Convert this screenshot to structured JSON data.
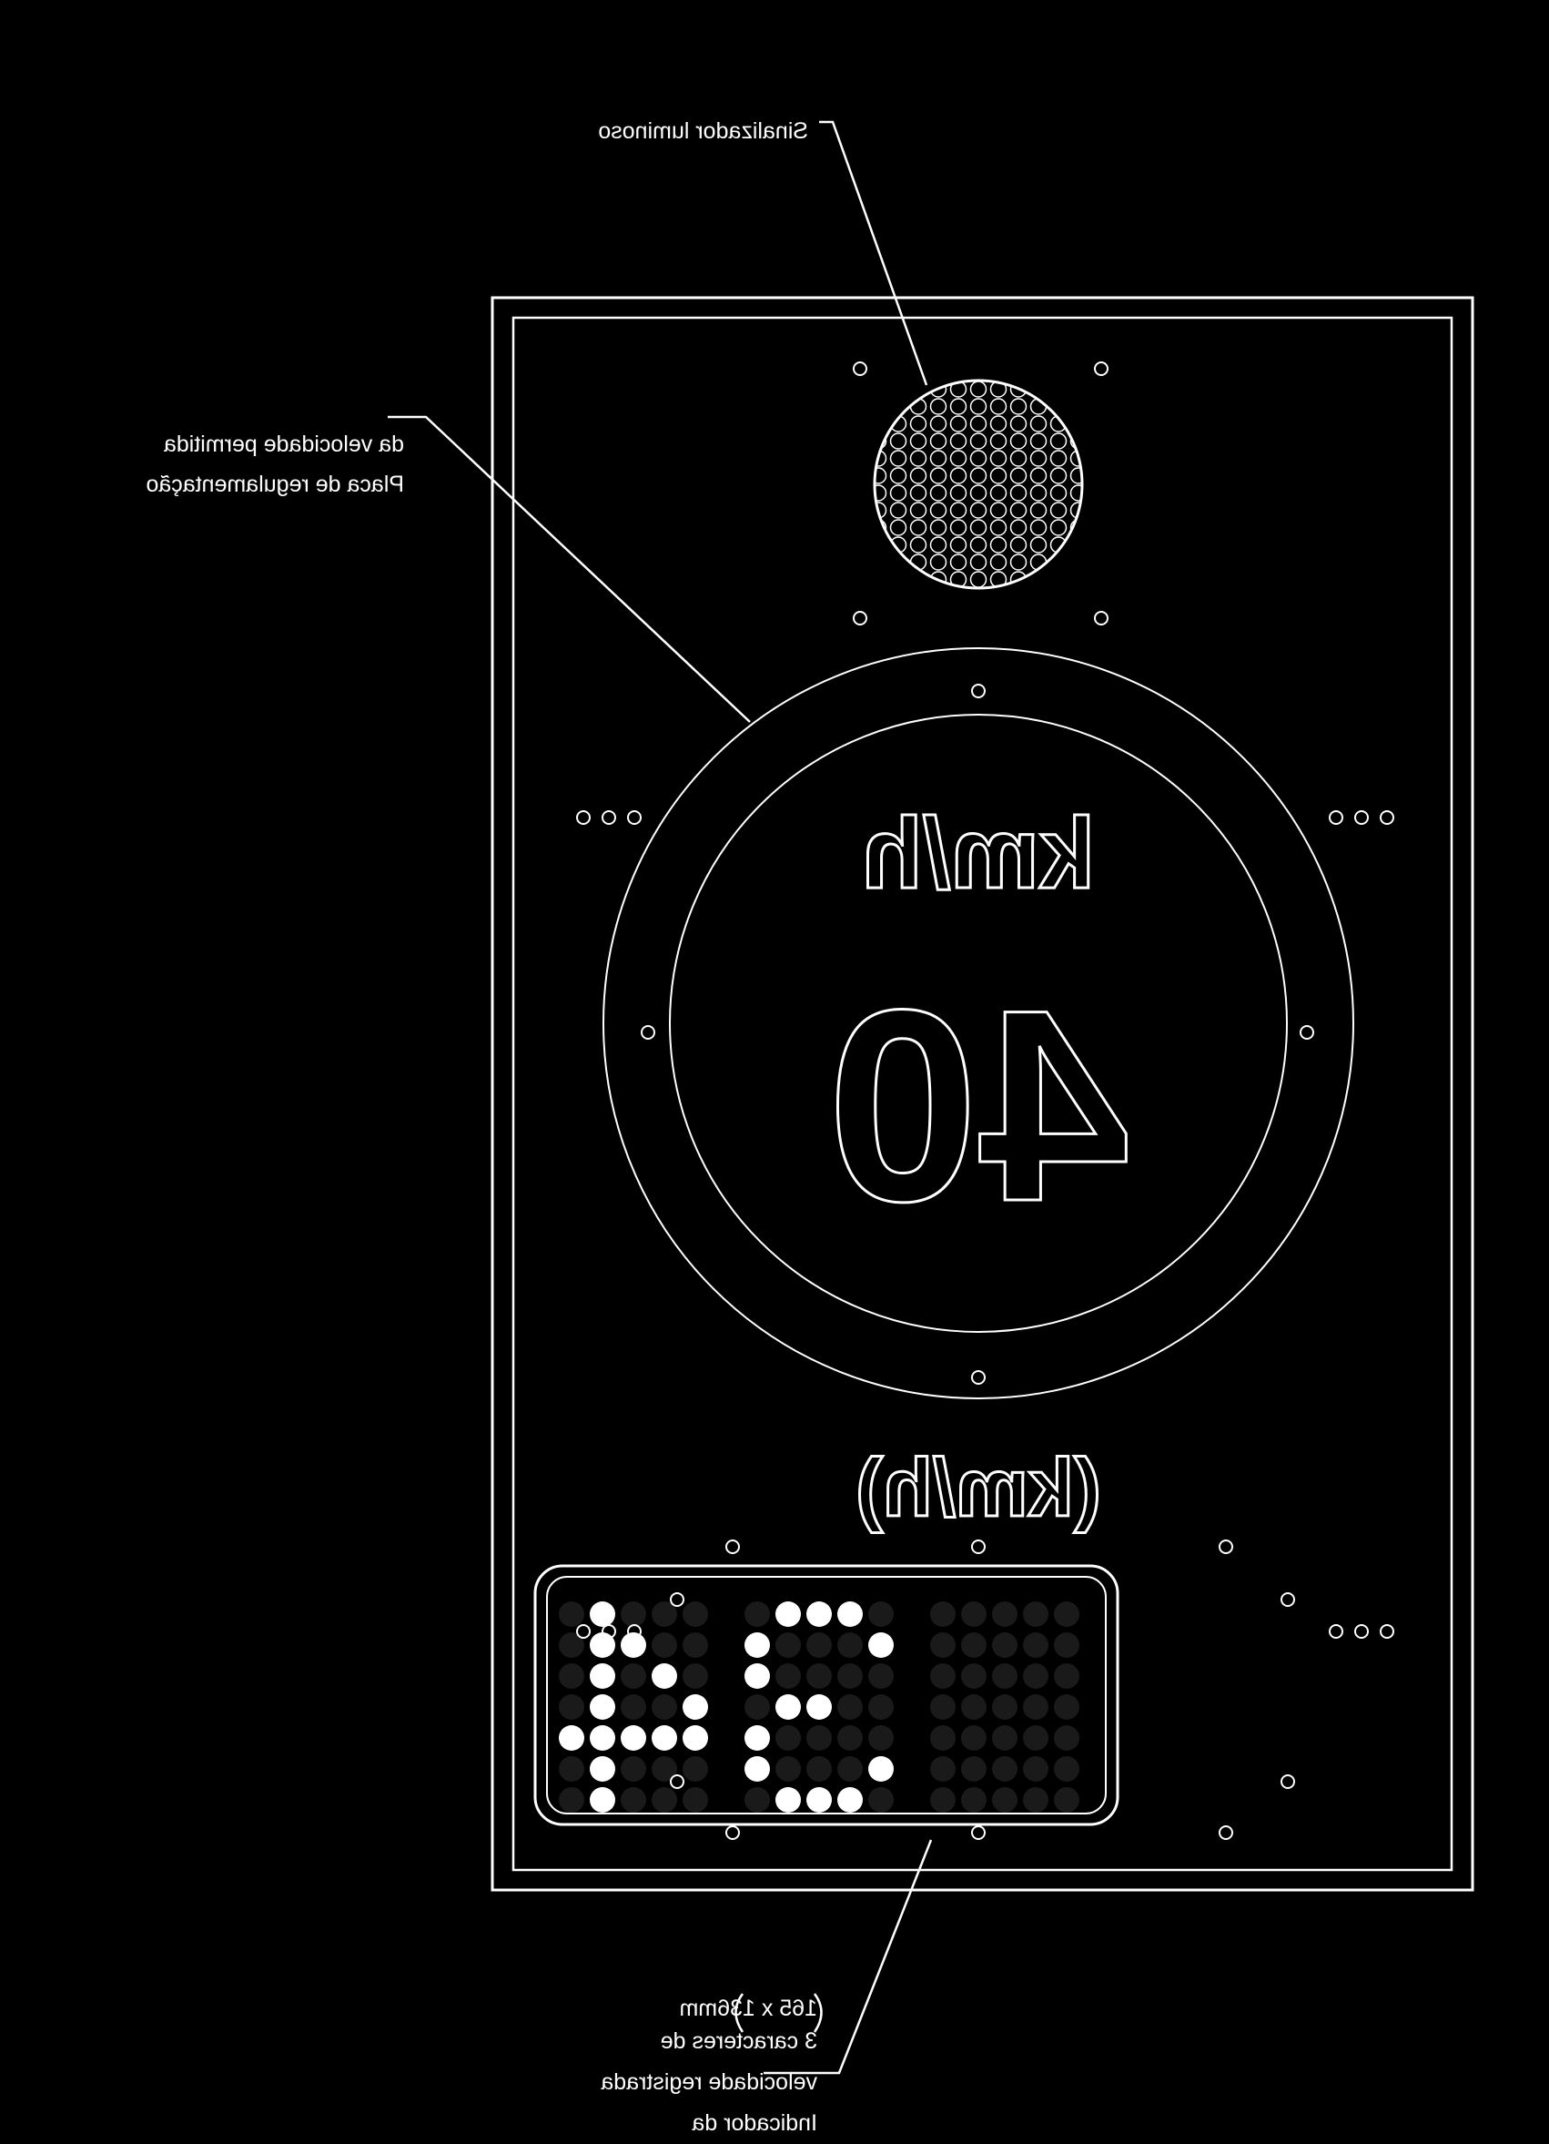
{
  "labels": {
    "light_signal": "Sinalizador luminoso",
    "plate_line1": "Placa de regulamentação",
    "plate_line2": "da velocidade permitida",
    "indicator_line1": "Indicador da",
    "indicator_line2": "velocidade registrada",
    "indicator_line3": "3 caracteres de",
    "indicator_line4": "165 x 136mm"
  },
  "sign": {
    "speed_limit": "40",
    "unit": "km/h",
    "unit_parenthesized": "(km/h)"
  },
  "display": {
    "recorded_speed": "34"
  },
  "colors": {
    "background": "#000000",
    "line": "#ffffff"
  }
}
